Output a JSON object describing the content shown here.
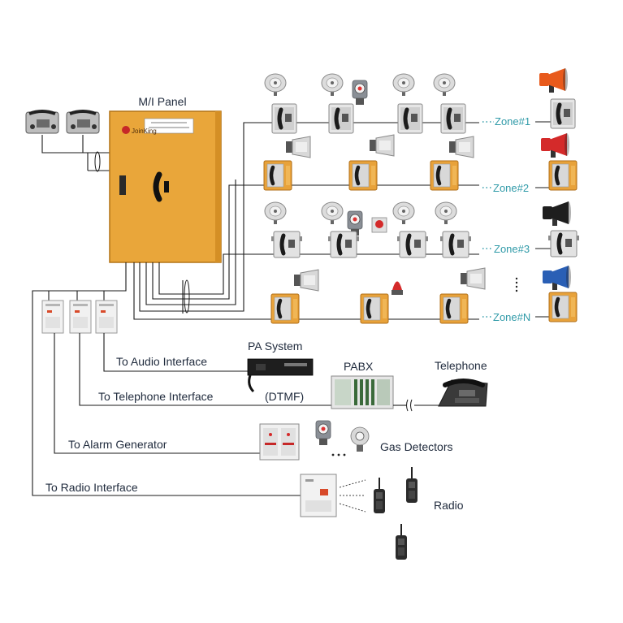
{
  "panel": {
    "title": "M/I Panel",
    "brand": "JoinKing"
  },
  "zones": [
    "Zone#1",
    "Zone#2",
    "Zone#3",
    "Zone#N"
  ],
  "interfaces": {
    "audio": "To Audio Interface",
    "telephone": "To Telephone Interface",
    "alarm": "To Alarm Generator",
    "radio": "To Radio Interface"
  },
  "systems": {
    "pa": "PA System",
    "pabx": "PABX",
    "dtmf": "(DTMF)",
    "telephone": "Telephone",
    "gas": "Gas Detectors",
    "radio": "Radio"
  },
  "colors": {
    "panel_orange": "#e9a63a",
    "zone_text": "#2f9aa8",
    "label_text": "#1f2a3c",
    "wire": "#1a1a1a",
    "horn_orange": "#e85a1c",
    "horn_red": "#d42a2a",
    "horn_black": "#1e1e1e",
    "horn_blue": "#2a5fb5"
  }
}
